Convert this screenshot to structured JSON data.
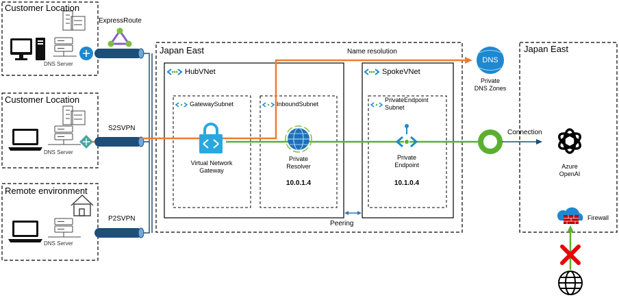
{
  "customer_location_1": {
    "title": "Customer Location",
    "dns_server": "DNS Server"
  },
  "customer_location_2": {
    "title": "Customer Location",
    "dns_server": "DNS Server"
  },
  "remote_environment": {
    "title": "Remote environment",
    "dns_server": "DNS Server"
  },
  "connections": {
    "expressroute": "ExpressRoute",
    "s2svpn": "S2SVPN",
    "p2svpn": "P2SVPN"
  },
  "region_main": {
    "title": "Japan East"
  },
  "region_right": {
    "title": "Japan East"
  },
  "hub_vnet": {
    "title": "HubVNet"
  },
  "spoke_vnet": {
    "title": "SpokeVNet"
  },
  "gateway_subnet": {
    "title": "GatewaySubnet"
  },
  "inbound_subnet": {
    "title": "InboundSubnet"
  },
  "private_endpoint_subnet": {
    "title_line1": "PrivateEndpoint",
    "title_line2": "Subnet"
  },
  "vnet_gateway": {
    "line1": "Virtual Network",
    "line2": "Gateway"
  },
  "private_resolver": {
    "line1": "Private",
    "line2": "Resolver",
    "ip": "10.0.1.4"
  },
  "private_endpoint": {
    "line1": "Private",
    "line2": "Endpoint",
    "ip": "10.1.0.4"
  },
  "private_dns_zones": {
    "icon_text": "DNS",
    "line1": "Private",
    "line2": "DNS Zones"
  },
  "name_resolution": "Name resolution",
  "peering": "Peering",
  "connection": "Connection",
  "azure_openai": {
    "line1": "Azure",
    "line2": "OpenAI"
  },
  "firewall": "Firewall",
  "colors": {
    "orange": "#ED7D31",
    "green": "#5BB030",
    "pipe": "#1F4E79",
    "azure": "#1E88D0",
    "dark_blue": "#1F4E79"
  }
}
